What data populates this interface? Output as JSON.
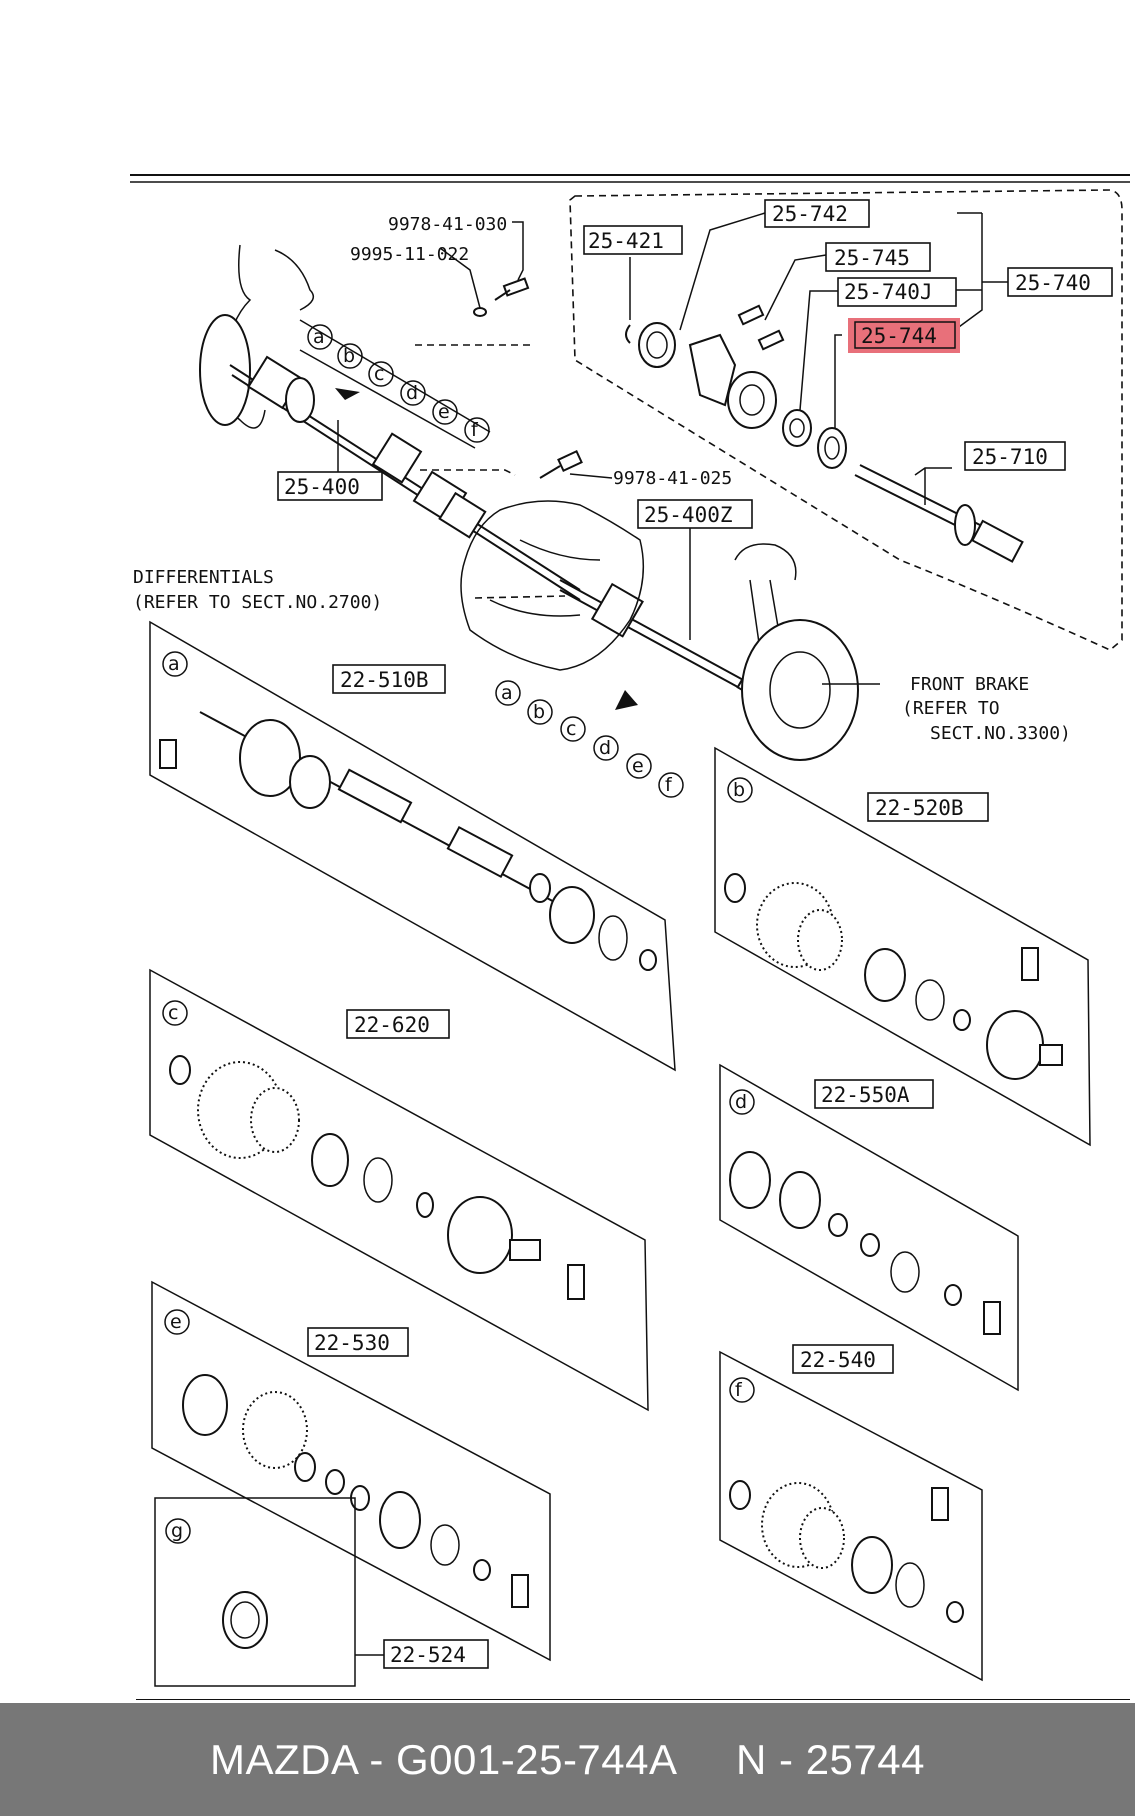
{
  "parts": {
    "p9978_41_030": "9978-41-030",
    "p9995_11_022": "9995-11-022",
    "p9978_41_025": "9978-41-025",
    "p25_421": "25-421",
    "p25_742": "25-742",
    "p25_745": "25-745",
    "p25_740J": "25-740J",
    "p25_740": "25-740",
    "p25_744": "25-744",
    "p25_710": "25-710",
    "p25_400": "25-400",
    "p25_400Z": "25-400Z",
    "p22_510B": "22-510B",
    "p22_520B": "22-520B",
    "p22_620": "22-620",
    "p22_550A": "22-550A",
    "p22_530": "22-530",
    "p22_540": "22-540",
    "p22_524": "22-524"
  },
  "highlighted_part": "25-744",
  "highlight_color": "#e8707a",
  "notes": {
    "differentials_1": "DIFFERENTIALS",
    "differentials_2": "(REFER TO SECT.NO.2700)",
    "brake_1": "FRONT BRAKE",
    "brake_2": "(REFER TO",
    "brake_3": "SECT.NO.3300)"
  },
  "kit_letters": [
    "a",
    "b",
    "c",
    "d",
    "e",
    "f",
    "g"
  ],
  "footer": {
    "text": "MAZDA - G001-25-744A     N - 25744",
    "background": "#777777"
  }
}
